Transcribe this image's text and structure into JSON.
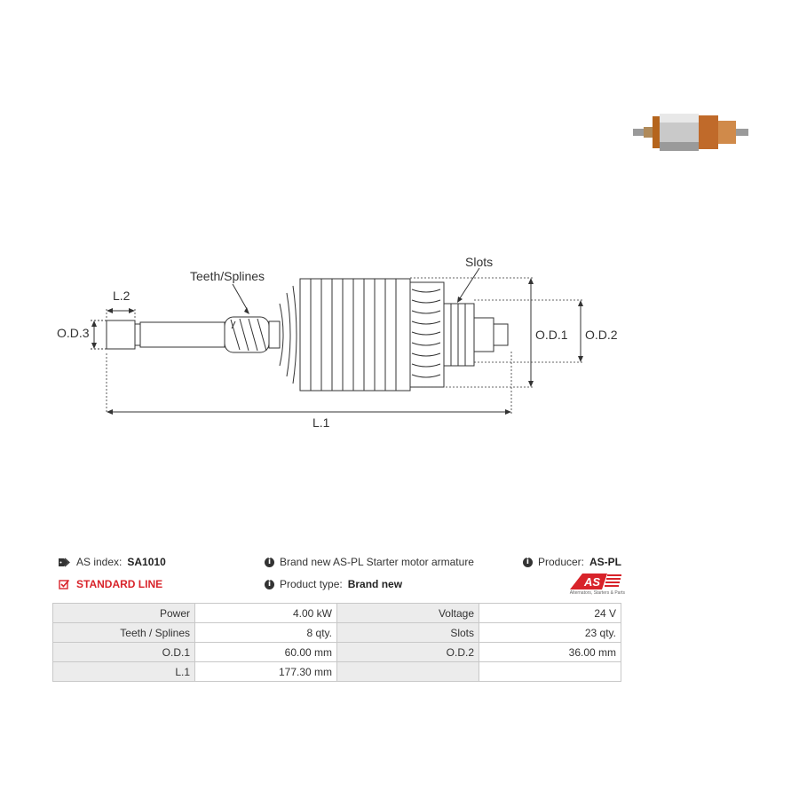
{
  "drawing": {
    "labels": {
      "teeth_splines": "Teeth/Splines",
      "slots": "Slots",
      "l1": "L.1",
      "l2": "L.2",
      "od1": "O.D.1",
      "od2": "O.D.2",
      "od3": "O.D.3"
    }
  },
  "info": {
    "as_index_label": "AS index:",
    "as_index_value": "SA1010",
    "standard_line": "STANDARD LINE",
    "description": "Brand new AS-PL Starter motor armature",
    "product_type_label": "Product type:",
    "product_type_value": "Brand new",
    "producer_label": "Producer:",
    "producer_value": "AS-PL",
    "logo_text": "AS",
    "logo_subtitle": "Alternators, Starters & Parts"
  },
  "colors": {
    "accent": "#d8232a",
    "label_bg": "#ececec",
    "border": "#c8c8c8"
  },
  "specs": [
    [
      "Power",
      "4.00 kW",
      "Voltage",
      "24 V"
    ],
    [
      "Teeth / Splines",
      "8 qty.",
      "Slots",
      "23 qty."
    ],
    [
      "O.D.1",
      "60.00 mm",
      "O.D.2",
      "36.00 mm"
    ],
    [
      "L.1",
      "177.30 mm",
      "",
      ""
    ]
  ]
}
